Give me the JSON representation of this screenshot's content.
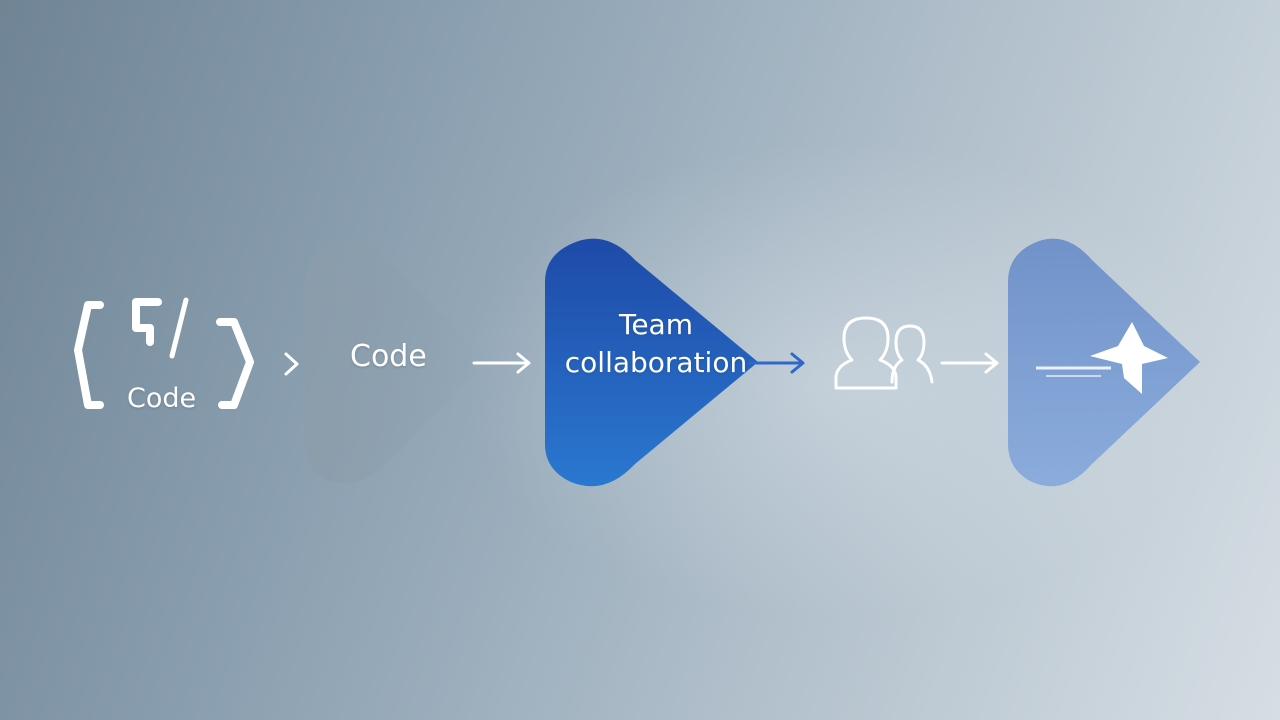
{
  "colors": {
    "background_left": "#6f8494",
    "background_right": "#d6dee4",
    "ghost_step": "#8c9daa",
    "team_step_top": "#1e4aa8",
    "team_step_bottom": "#2a78d0",
    "deploy_step": "#6d8fc8",
    "accent_arrow": "#2f68c8",
    "white": "#ffffff"
  },
  "flow": {
    "code_icon": {
      "icon": "code-brackets-icon",
      "label": "Code"
    },
    "steps": [
      {
        "id": "code",
        "label": "Code",
        "style": "ghost"
      },
      {
        "id": "team",
        "label_line1": "Team",
        "label_line2": "collaboration",
        "style": "solid-blue"
      },
      {
        "id": "people",
        "icon": "users-icon"
      },
      {
        "id": "deploy",
        "icon": "plane-icon",
        "style": "faded-blue"
      }
    ],
    "connectors": [
      "chevron-right",
      "arrow-right",
      "arrow-right",
      "arrow-right"
    ]
  }
}
